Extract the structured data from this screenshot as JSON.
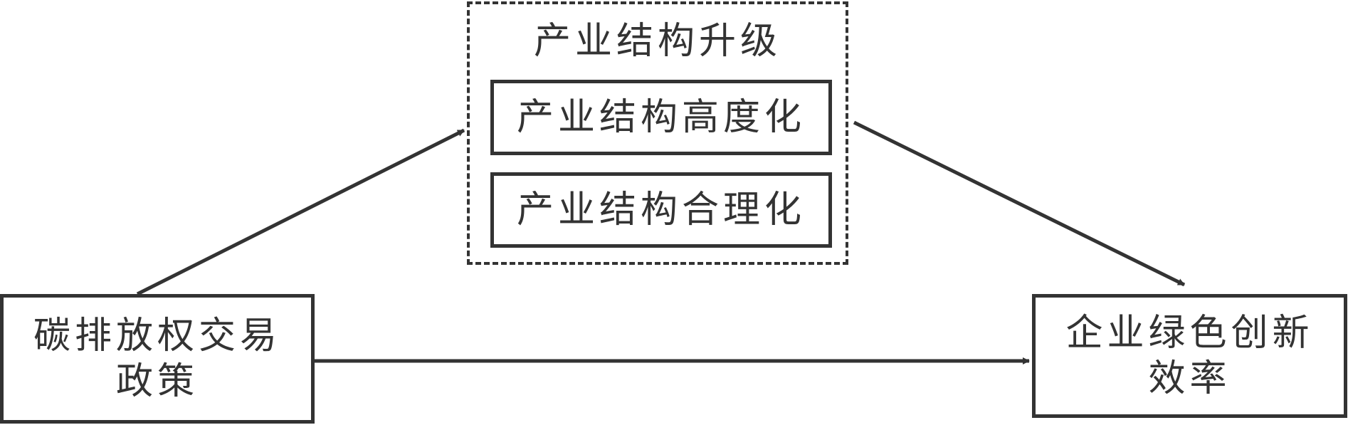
{
  "mediator_group": {
    "title": "产业结构升级",
    "items": [
      "产业结构高度化",
      "产业结构合理化"
    ]
  },
  "source_node": {
    "lines": [
      "碳排放权交易",
      "政策"
    ]
  },
  "target_node": {
    "lines": [
      "企业绿色创新",
      "效率"
    ]
  },
  "colors": {
    "stroke": "#333333",
    "background": "#ffffff"
  }
}
